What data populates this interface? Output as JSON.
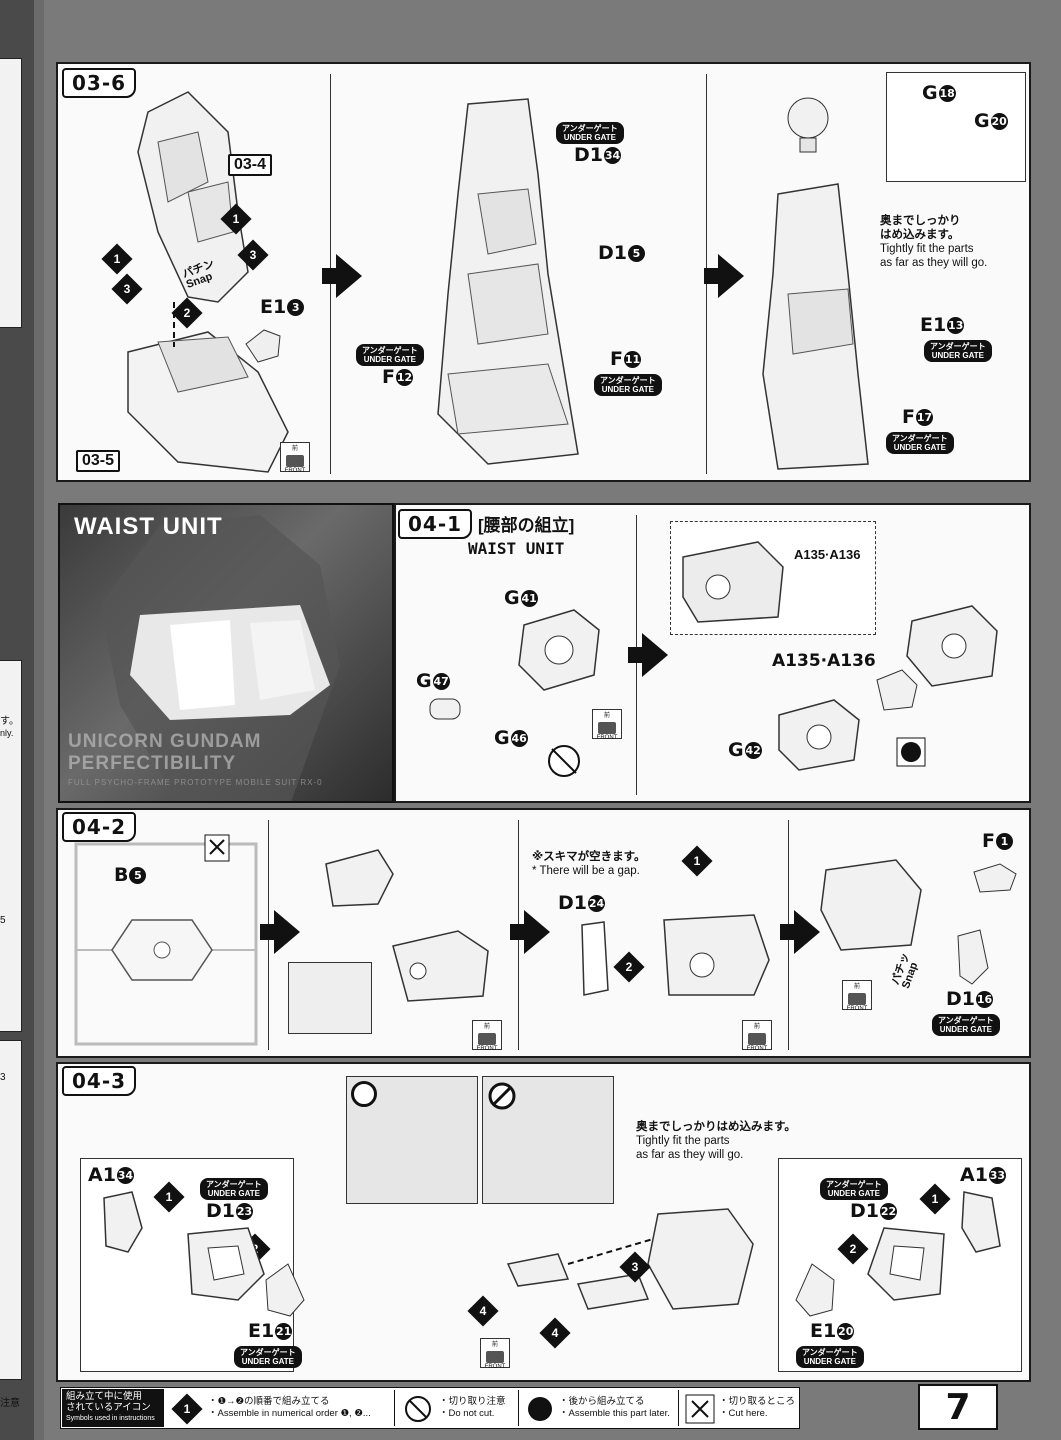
{
  "left_page": {
    "fragments": [
      "す。",
      "nly.",
      "5",
      "3",
      "注意"
    ]
  },
  "step_03_6": {
    "label": "03-6",
    "refs": [
      "03-4",
      "03-5"
    ],
    "parts": {
      "e1_3": {
        "part": "E1",
        "num": "3"
      },
      "d1_34": {
        "part": "D1",
        "num": "34"
      },
      "d1_5": {
        "part": "D1",
        "num": "5"
      },
      "f_11": {
        "part": "F",
        "num": "11"
      },
      "f_12": {
        "part": "F",
        "num": "12"
      },
      "g_18": {
        "part": "G",
        "num": "18"
      },
      "g_20": {
        "part": "G",
        "num": "20"
      },
      "e1_13": {
        "part": "E1",
        "num": "13"
      },
      "f_17": {
        "part": "F",
        "num": "17"
      }
    },
    "snap_text": "パチン\nSnap",
    "note_jp": "奥までしっかり\nはめ込みます。",
    "note_en": "Tightly fit the parts\nas far as they will go."
  },
  "gate": {
    "jp": "アンダーゲート",
    "en": "UNDER GATE"
  },
  "front": {
    "jp": "前",
    "en": "FRONT"
  },
  "waist_photo": {
    "title": "WAIST UNIT",
    "subtitle": "UNICORN GUNDAM PERFECTIBILITY",
    "subsubtitle": "FULL PSYCHO-FRAME PROTOTYPE MOBILE SUIT RX-0"
  },
  "step_04_1": {
    "label": "04-1",
    "title_jp": "[腰部の組立]",
    "title_en": "WAIST UNIT",
    "parts": {
      "g_41": {
        "part": "G",
        "num": "41"
      },
      "g_47": {
        "part": "G",
        "num": "47"
      },
      "g_46": {
        "part": "G",
        "num": "46"
      },
      "a1_35_36_top": "A135·A136",
      "a1_35_36": "A135·A136",
      "g_42": {
        "part": "G",
        "num": "42"
      }
    }
  },
  "step_04_2": {
    "label": "04-2",
    "parts": {
      "b_5": {
        "part": "B",
        "num": "5"
      },
      "d1_24": {
        "part": "D1",
        "num": "24"
      },
      "f_1": {
        "part": "F",
        "num": "1"
      },
      "d1_16": {
        "part": "D1",
        "num": "16"
      }
    },
    "gap_jp": "※スキマが空きます。",
    "gap_en": "* There will be a gap.",
    "snap_text": "パチッ\nSnap"
  },
  "step_04_3": {
    "label": "04-3",
    "parts": {
      "a1_34": {
        "part": "A1",
        "num": "34"
      },
      "d1_23": {
        "part": "D1",
        "num": "23"
      },
      "e1_21": {
        "part": "E1",
        "num": "21"
      },
      "a1_33": {
        "part": "A1",
        "num": "33"
      },
      "d1_22": {
        "part": "D1",
        "num": "22"
      },
      "e1_20": {
        "part": "E1",
        "num": "20"
      }
    },
    "note_jp": "奥までしっかりはめ込みます。",
    "note_en": "Tightly fit the parts\nas far as they will go."
  },
  "footer": {
    "title_jp": "組み立て中に使用\nされているアイコン",
    "title_en": "Symbols used in instructions",
    "items": [
      {
        "jp": "・❶→❷の順番で組み立てる",
        "en": "・Assemble in numerical order ❶, ❷..."
      },
      {
        "jp": "・切り取り注意",
        "en": "・Do not cut."
      },
      {
        "jp": "・後から組み立てる",
        "en": "・Assemble this part later."
      },
      {
        "jp": "・切り取るところ",
        "en": "・Cut here."
      }
    ]
  },
  "page_number": "7",
  "colors": {
    "background": "#6b6b6b",
    "panel": "#fafafa",
    "ink": "#111111"
  }
}
